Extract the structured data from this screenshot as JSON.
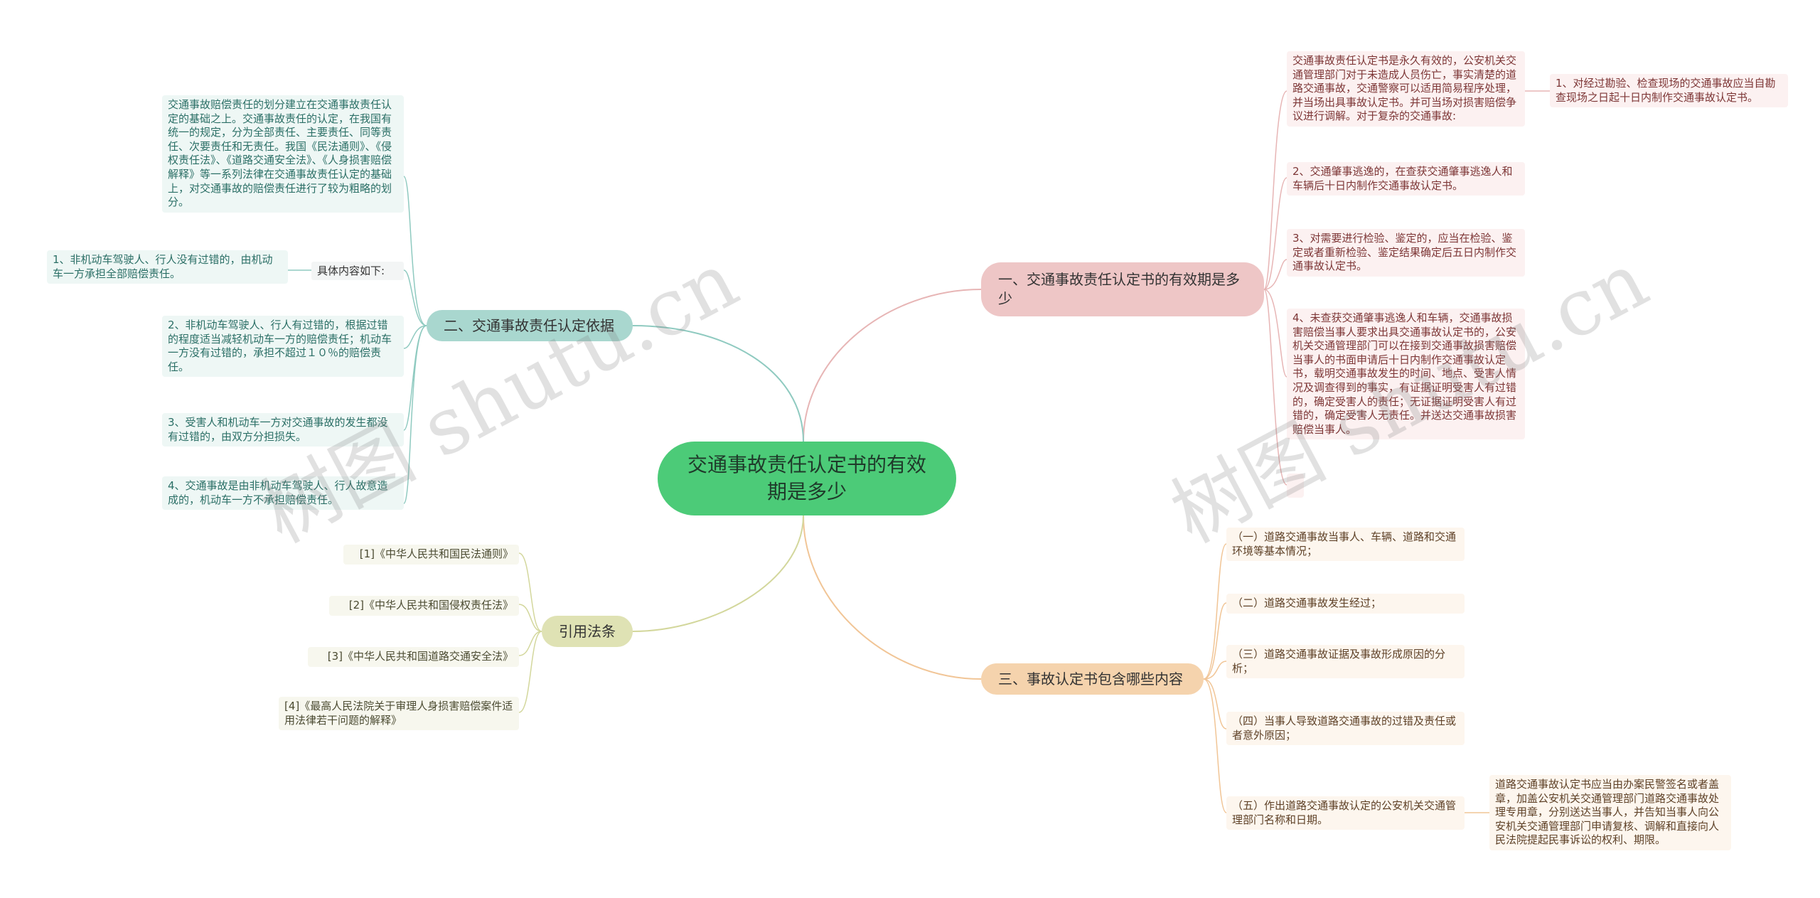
{
  "root": {
    "title": "交通事故责任认定书的有效期是多少"
  },
  "branches": {
    "b1": {
      "label": "一、交通事故责任认定书的有效期是多少",
      "color": "#eec6c6"
    },
    "b2": {
      "label": "二、交通事故责任认定依据",
      "color": "#a9d7cf"
    },
    "b3": {
      "label": "三、事故认定书包含哪些内容",
      "color": "#f5d3ad"
    },
    "b4": {
      "label": "引用法条",
      "color": "#dfe2b4"
    }
  },
  "b1_items": {
    "intro": "交通事故责任认定书是永久有效的，公安机关交通管理部门对于未造成人员伤亡，事实清楚的道路交通事故，交通警察可以适用简易程序处理，并当场出具事故认定书。并可当场对损害赔偿争议进行调解。对于复杂的交通事故:",
    "intro_sub": "1、对经过勘验、检查现场的交通事故应当自勘查现场之日起十日内制作交通事故认定书。",
    "i2": "2、交通肇事逃逸的，在查获交通肇事逃逸人和车辆后十日内制作交通事故认定书。",
    "i3": "3、对需要进行检验、鉴定的，应当在检验、鉴定或者重新检验、鉴定结果确定后五日内制作交通事故认定书。",
    "i4": "4、未查获交通肇事逃逸人和车辆，交通事故损害赔偿当事人要求出具交通事故认定书的，公安机关交通管理部门可以在接到交通事故损害赔偿当事人的书面申请后十日内制作交通事故认定书，载明交通事故发生的时间、地点、受害人情况及调查得到的事实，有证据证明受害人有过错的，确定受害人的责任；无证据证明受害人有过错的，确定受害人无责任。并送达交通事故损害赔偿当事人。"
  },
  "b2_items": {
    "intro": "交通事故赔偿责任的划分建立在交通事故责任认定的基础之上。交通事故责任的认定，在我国有统一的规定，分为全部责任、主要责任、同等责任、次要责任和无责任。我国《民法通则》、《侵权责任法》、《道路交通安全法》、《人身损害赔偿解释》等一系列法律在交通事故责任认定的基础上，对交通事故的赔偿责任进行了较为粗略的划分。",
    "detail_tag": "具体内容如下:",
    "i1": "1、非机动车驾驶人、行人没有过错的，由机动车一方承担全部赔偿责任。",
    "i2": "2、非机动车驾驶人、行人有过错的，根据过错的程度适当减轻机动车一方的赔偿责任；机动车一方没有过错的，承担不超过１０％的赔偿责任。",
    "i3": "3、受害人和机动车一方对交通事故的发生都没有过错的，由双方分担损失。",
    "i4": "4、交通事故是由非机动车驾驶人、行人故意造成的，机动车一方不承担赔偿责任。"
  },
  "b3_items": {
    "i1": "（一）道路交通事故当事人、车辆、道路和交通环境等基本情况；",
    "i2": "（二）道路交通事故发生经过；",
    "i3": "（三）道路交通事故证据及事故形成原因的分析；",
    "i4": "（四）当事人导致道路交通事故的过错及责任或者意外原因；",
    "i5": "（五）作出道路交通事故认定的公安机关交通管理部门名称和日期。",
    "i5_sub": "道路交通事故认定书应当由办案民警签名或者盖章，加盖公安机关交通管理部门道路交通事故处理专用章，分别送达当事人，并告知当事人向公安机关交通管理部门申请复核、调解和直接向人民法院提起民事诉讼的权利、期限。"
  },
  "b4_items": {
    "i1": "[1]《中华人民共和国民法通则》",
    "i2": "[2]《中华人民共和国侵权责任法》",
    "i3": "[3]《中华人民共和国道路交通安全法》",
    "i4": "[4]《最高人民法院关于审理人身损害赔偿案件适用法律若干问题的解释》"
  },
  "watermarks": {
    "left": "树图 shutu.cn",
    "right": "树图 shutu.cn"
  }
}
